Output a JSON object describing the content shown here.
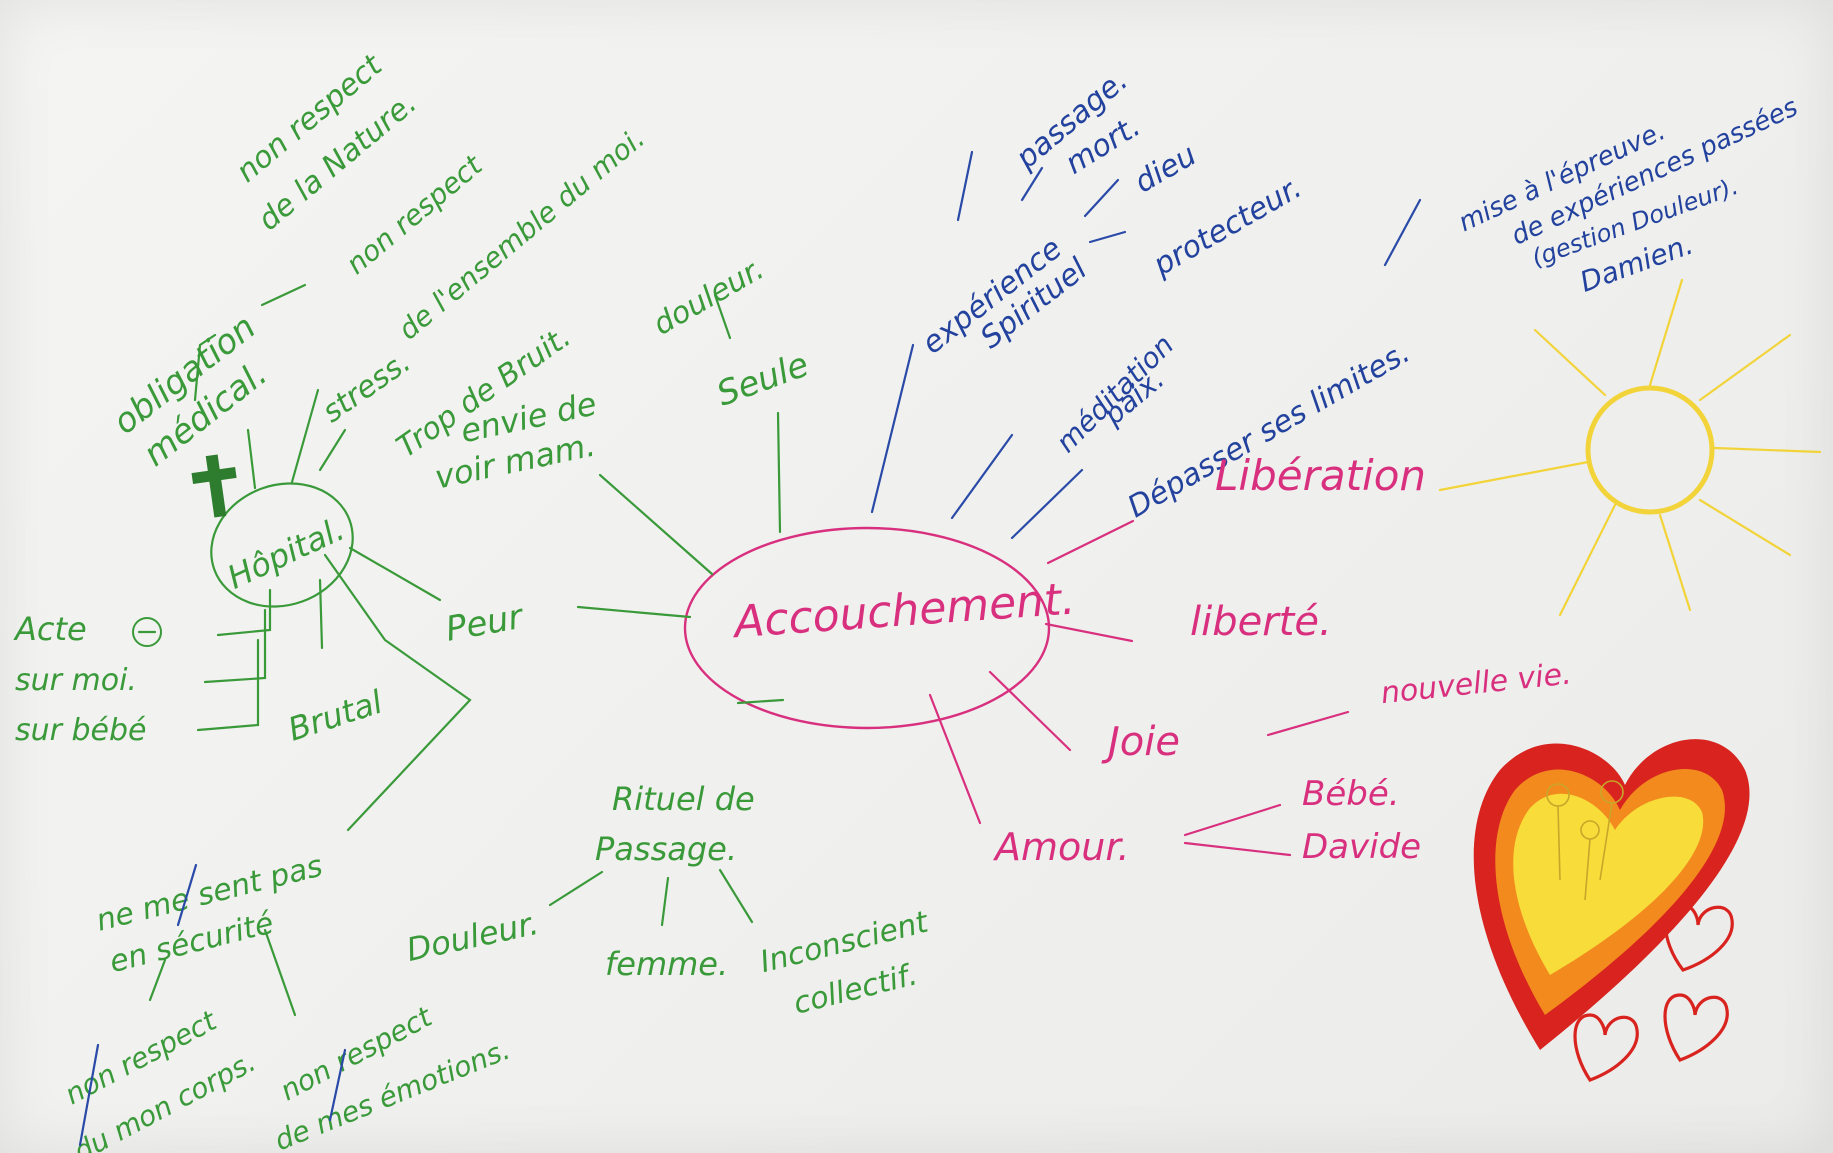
{
  "center": "Accouchement.",
  "hospital": {
    "label": "Hôpital.",
    "obligation_medical": [
      "obligation",
      "médical."
    ],
    "non_respect_nature": [
      "non respect",
      "de la Nature."
    ],
    "non_respect_ensemble": [
      "non respect",
      "de l'ensemble du moi."
    ],
    "stress": "stress.",
    "trop_de_bruit": "Trop de Bruit.",
    "acte": "Acte",
    "sur_moi": "sur moi.",
    "sur_bebe": "sur bébé",
    "brutal": "Brutal",
    "securite": [
      "ne me sent pas",
      "en sécurité"
    ],
    "respect_corps": [
      "non respect",
      "du mon corps."
    ],
    "respect_emotions": [
      "non respect",
      "de mes émotions."
    ]
  },
  "green": {
    "envie": [
      "envie de",
      "voir mam."
    ],
    "douleur_top": "douleur.",
    "seule": "Seule",
    "peur": "Peur",
    "rituel": [
      "Rituel de",
      "Passage."
    ],
    "douleur_bottom": "Douleur.",
    "femme": "femme.",
    "inconscient": [
      "Inconscient",
      "collectif."
    ]
  },
  "blue": {
    "experience": [
      "expérience",
      "Spirituel"
    ],
    "passage": "passage.",
    "mort": "mort.",
    "dieu": "dieu",
    "protecteur": "protecteur.",
    "meditation": [
      "méditation",
      "paix."
    ],
    "depasser": "Dépasser ses limites.",
    "mise_epreuve": [
      "mise à l'épreuve.",
      "de expériences passées",
      "(gestion Douleur).",
      "Damien."
    ]
  },
  "pink": {
    "liberation": "Libération",
    "liberte": "liberté.",
    "joie": "Joie",
    "nouvelle_vie": "nouvelle vie.",
    "amour": "Amour.",
    "bebe": "Bébé.",
    "davide": "Davide"
  },
  "icons": [
    "cross-icon",
    "sun-icon",
    "heart-icon",
    "small-heart-icon"
  ],
  "colors": {
    "green": "#3a9a3a",
    "blue": "#22429e",
    "pink": "#d8307e",
    "sun": "#f2d43a",
    "heart_red": "#d8231f",
    "heart_orange": "#f28a1e",
    "heart_yellow": "#f7dc3a"
  }
}
